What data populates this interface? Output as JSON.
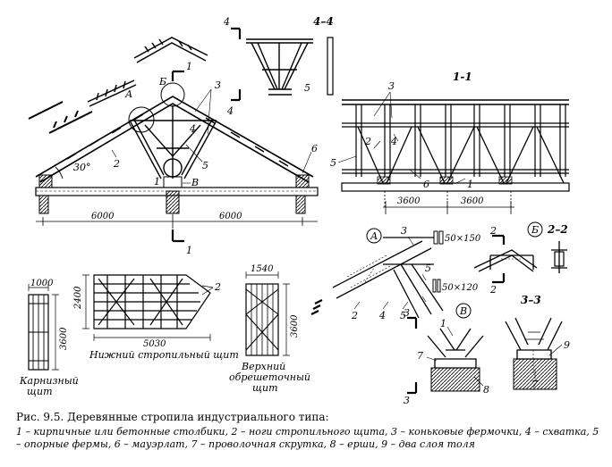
{
  "caption": {
    "title": "Рис. 9.5. Деревянные стропила индустриального типа:",
    "legend": "1 – кирпичные или бетонные столбики, 2 – ноги стропильного щита, 3 – коньковые фермочки, 4 – схватка, 5 – опорные фермы, 6 – мауэрлат, 7 – проволочная скрутка, 8 – ерши, 9 – два слоя толя"
  },
  "main_view": {
    "labels": {
      "n1": "1",
      "n2": "2",
      "n3": "3",
      "n4": "4",
      "n5": "5",
      "n6": "6",
      "nA": "А",
      "nB": "Б",
      "nV": "В"
    },
    "angle": "30°",
    "dim_left": "6000",
    "dim_right": "6000",
    "cut_top": "1",
    "cut_bottom": "1",
    "cut_side": "4"
  },
  "section_44": {
    "title": "4–4",
    "cut": "4",
    "n5": "5"
  },
  "section_11": {
    "title": "1-1",
    "n3": "3",
    "n2": "2",
    "n4": "4",
    "n5": "5",
    "n6": "6",
    "n1": "1",
    "dim1": "3600",
    "dim2": "3600"
  },
  "detail_A": {
    "mark": "А",
    "n3": "3",
    "n5": "5",
    "n2": "2",
    "n4": "4",
    "n5b": "5",
    "size1": "50×150",
    "size2": "50×120"
  },
  "detail_B": {
    "mark": "Б",
    "cut": "2"
  },
  "section_22": {
    "title": "2–2"
  },
  "detail_V": {
    "mark": "В",
    "n1": "1",
    "n7": "7",
    "n8": "8",
    "cut": "3"
  },
  "section_33": {
    "title": "3–3",
    "n7": "7",
    "n9": "9"
  },
  "eave_panel": {
    "dim_w": "1000",
    "dim_h": "3600",
    "name1": "Карнизный",
    "name2": "щит"
  },
  "lower_panel": {
    "dim_h": "2400",
    "dim_w": "5030",
    "n2": "2",
    "name": "Нижний стропильный щит"
  },
  "upper_panel": {
    "dim_w": "1540",
    "dim_h": "3600",
    "name1": "Верхний",
    "name2": "обрешеточный",
    "name3": "щит"
  }
}
